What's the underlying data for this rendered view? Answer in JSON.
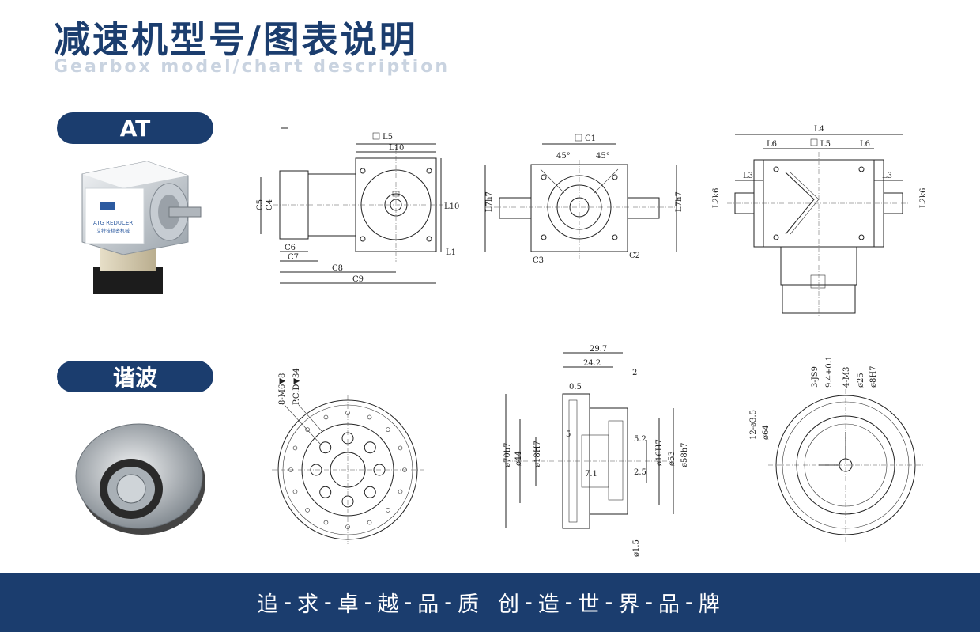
{
  "header": {
    "title_zh": "减速机型号/图表说明",
    "title_en": "Gearbox model/chart description"
  },
  "sections": {
    "at": {
      "label": "AT"
    },
    "harmonic": {
      "label": "谐波"
    }
  },
  "product_labels": {
    "brand_line1": "ATG REDUCER",
    "brand_line2": "艾特技精密机械"
  },
  "at_front": {
    "L5": "L5",
    "L10": "L10",
    "C5": "C5",
    "C4": "C4",
    "C6": "C6",
    "C7": "C7",
    "C8": "C8",
    "C9": "C9",
    "L1": "L1"
  },
  "at_side": {
    "C1": "C1",
    "a1": "45°",
    "a2": "45°",
    "L7a": "L7h7",
    "L7b": "L7h7",
    "C3": "C3",
    "C2": "C2"
  },
  "at_top": {
    "L4": "L4",
    "L6a": "L6",
    "L5": "L5",
    "L6b": "L6",
    "L3a": "L3",
    "L3b": "L3",
    "L2a": "L2k6",
    "L2b": "L2k6"
  },
  "hw_front": {
    "holes": "8-M6▼8",
    "pcd": "P.C.D▼34"
  },
  "hw_section": {
    "d297": "29.7",
    "d242": "24.2",
    "d2": "2",
    "d05": "0.5",
    "d52": "5.2",
    "d71": "7.1",
    "d25": "2.5",
    "d5": "5",
    "phi70": "ø70h7",
    "phi44": "ø44",
    "phi18": "ø18H7",
    "phi16": "ø16H7",
    "phi53": "ø53",
    "phi58": "ø58h7",
    "d15": "ø1.5"
  },
  "hw_back": {
    "c1": "3-JS9",
    "c2": "9.4+0.1",
    "c3": "4-M3",
    "c4": "ø25",
    "c5": "ø8H7",
    "c6": "12-ø3.5",
    "c7": "ø64"
  },
  "footer": {
    "chars": [
      "追",
      "求",
      "卓",
      "越",
      "品",
      "质",
      "创",
      "造",
      "世",
      "界",
      "品",
      "牌"
    ]
  },
  "colors": {
    "navy": "#1b3d6e",
    "faded": "#c9d3e0"
  }
}
